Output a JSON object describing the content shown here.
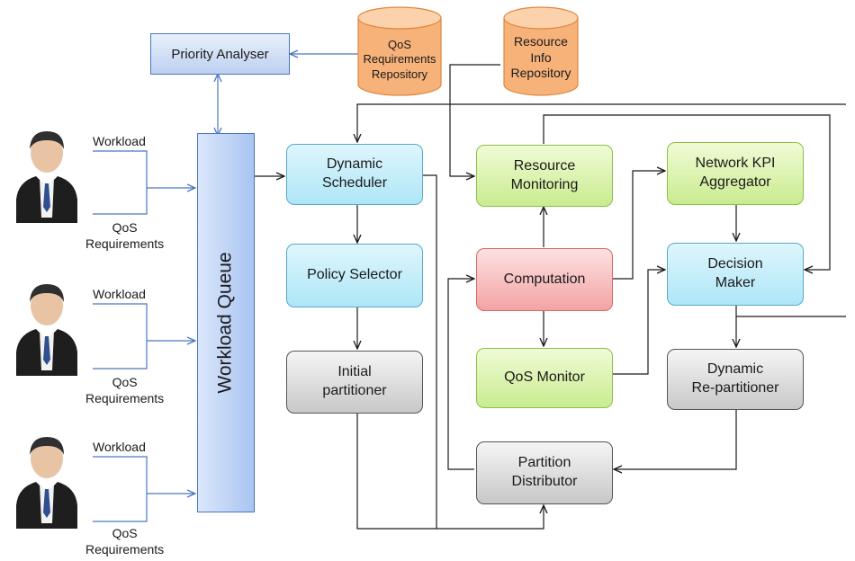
{
  "diagram": {
    "priority_analyser": "Priority Analyser",
    "qos_repo": "QoS\nRequirements\nRepository",
    "resource_repo": "Resource\nInfo\nRepository",
    "workload_queue": "Workload Queue",
    "dynamic_scheduler": "Dynamic\nScheduler",
    "policy_selector": "Policy Selector",
    "initial_partitioner": "Initial\npartitioner",
    "resource_monitoring": "Resource\nMonitoring",
    "computation": "Computation",
    "qos_monitor": "QoS Monitor",
    "partition_distributor": "Partition\nDistributor",
    "network_kpi": "Network KPI\nAggregator",
    "decision_maker": "Decision\nMaker",
    "dynamic_repartitioner": "Dynamic\nRe-partitioner",
    "users": [
      {
        "workload": "Workload",
        "qos": "QoS\nRequirements"
      },
      {
        "workload": "Workload",
        "qos": "QoS\nRequirements"
      },
      {
        "workload": "Workload",
        "qos": "QoS\nRequirements"
      }
    ]
  },
  "colors": {
    "blue_line": "#4a78c0",
    "black_line": "#1a1a1a",
    "cylinder_fill": "#f7b27a"
  },
  "icons": [
    "user-icon",
    "database-icon"
  ]
}
